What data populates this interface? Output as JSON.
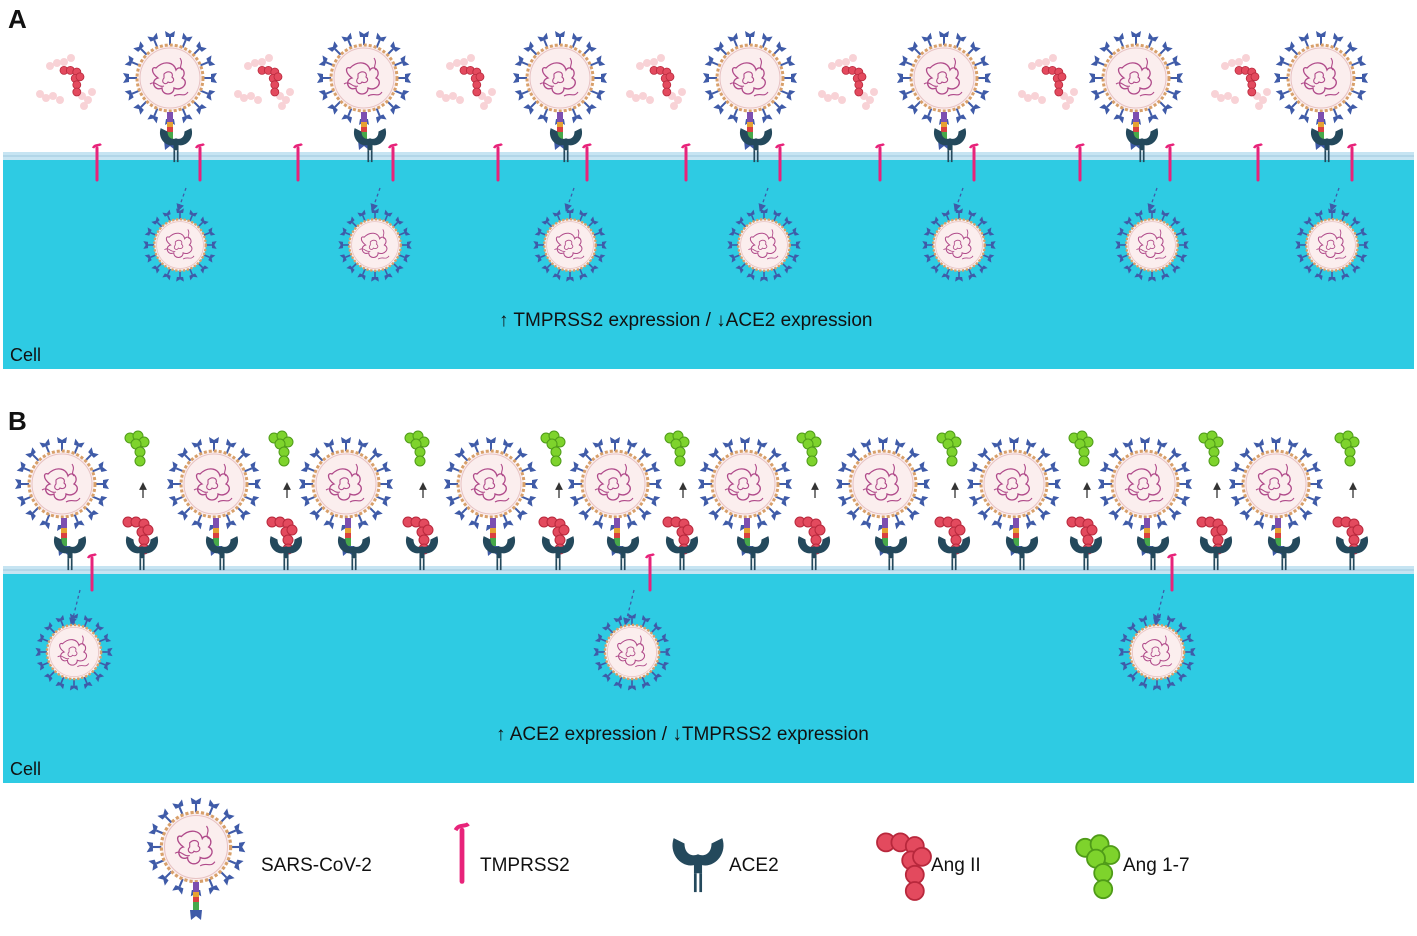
{
  "panels": [
    {
      "letter": "A",
      "expression_text": "↑ TMPRSS2 expression / ↓ACE2 expression",
      "cell_label": "Cell"
    },
    {
      "letter": "B",
      "expression_text": "↑ ACE2 expression / ↓TMPRSS2 expression",
      "cell_label": "Cell"
    }
  ],
  "legend": [
    {
      "label": "SARS-CoV-2",
      "icon": "sars-cov-2-virus-icon"
    },
    {
      "label": "TMPRSS2",
      "icon": "tmprss2-icon"
    },
    {
      "label": "ACE2",
      "icon": "ace2-receptor-icon"
    },
    {
      "label": "Ang II",
      "icon": "ang-ii-icon"
    },
    {
      "label": "Ang 1-7",
      "icon": "ang-1-7-icon"
    }
  ],
  "colors": {
    "cell": "#2ecbe3",
    "membrane": "#c6e4f2",
    "tmprss2": "#e8237a",
    "ace2": "#24495c",
    "ang_ii": "#e34a5e",
    "ang_ii_faded": "#f2a7ae",
    "ang_1_7": "#7ed32c",
    "virus_fill": "#fbeeee",
    "virus_spike": "#3f5ba8",
    "rna": "#b04a8a"
  }
}
